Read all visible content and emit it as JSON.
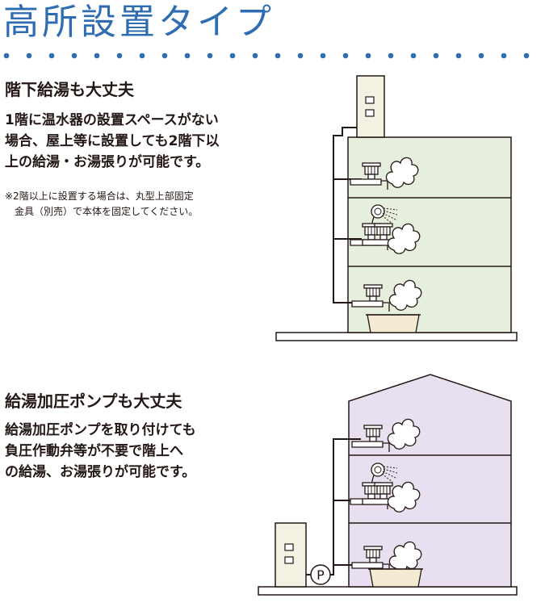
{
  "header": {
    "title": "高所設置タイプ"
  },
  "section1": {
    "title": "階下給湯も大丈夫",
    "body": "1階に温水器の設置スペースがない\n場合、屋上等に設置しても2階下以\n上の給湯・お湯張りが可能です。",
    "note": "※2階以上に設置する場合は、丸型上部固定\n　金具（別売）で本体を固定してください。"
  },
  "section2": {
    "title": "給湯加圧ポンプも大丈夫",
    "body": "給湯加圧ポンプを取り付けても\n負圧作動弁等が不要で階上へ\nの給湯、お湯張りが可能です。",
    "pump_label": "P"
  },
  "colors": {
    "title_blue": "#2f6db3",
    "dot_blue": "#2f6db3",
    "building1_fill": "#e6eedd",
    "building2_fill": "#e8e0f0",
    "heater_fill": "#f3f1e2",
    "pipe": "#231815"
  }
}
